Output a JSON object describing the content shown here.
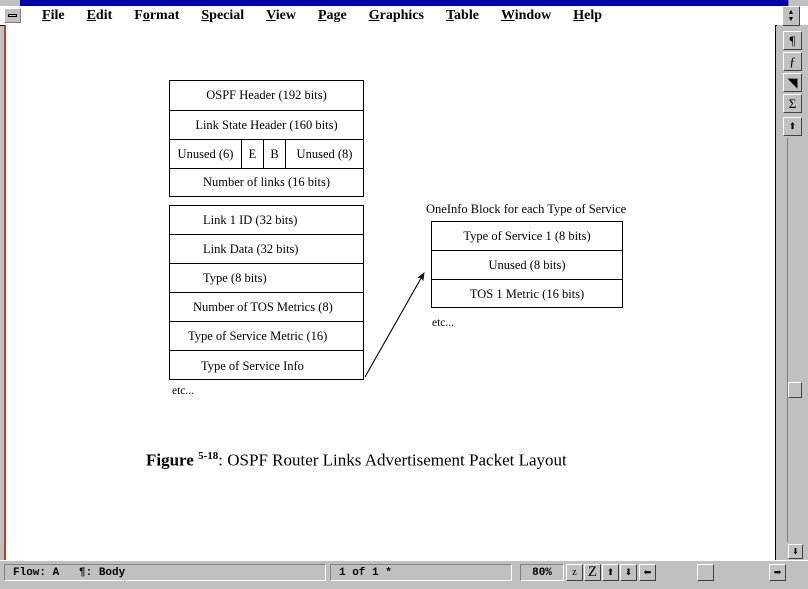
{
  "window": {
    "system_menu_icon": "minimize-box-icon"
  },
  "menubar": {
    "items": [
      {
        "label": "File",
        "accel": "F",
        "pre": "",
        "post": "ile"
      },
      {
        "label": "Edit",
        "accel": "E",
        "pre": "",
        "post": "dit"
      },
      {
        "label": "Format",
        "accel": "o",
        "pre": "F",
        "post": "rmat"
      },
      {
        "label": "Special",
        "accel": "S",
        "pre": "",
        "post": "pecial"
      },
      {
        "label": "View",
        "accel": "V",
        "pre": "",
        "post": "iew"
      },
      {
        "label": "Page",
        "accel": "P",
        "pre": "",
        "post": "age"
      },
      {
        "label": "Graphics",
        "accel": "G",
        "pre": "",
        "post": "raphics"
      },
      {
        "label": "Table",
        "accel": "T",
        "pre": "",
        "post": "able"
      },
      {
        "label": "Window",
        "accel": "W",
        "pre": "",
        "post": "indow"
      },
      {
        "label": "Help",
        "accel": "H",
        "pre": "",
        "post": "elp"
      }
    ]
  },
  "toolstrip": {
    "buttons": [
      {
        "name": "paragraph-tool",
        "glyph": "¶"
      },
      {
        "name": "character-tool",
        "glyph": "ƒ"
      },
      {
        "name": "graphics-tool",
        "glyph": "◥"
      },
      {
        "name": "equation-tool",
        "glyph": "Σ"
      },
      {
        "name": "scroll-up-tool",
        "glyph": "⬆"
      }
    ],
    "spinner_up": "▲",
    "spinner_down": "▼",
    "scroll_down": "⬇"
  },
  "document": {
    "packet_table_1": {
      "rows": [
        {
          "type": "single",
          "text": "OSPF Header (192 bits)"
        },
        {
          "type": "single",
          "text": "Link State Header (160 bits)"
        },
        {
          "type": "split",
          "cells": [
            "Unused (6)",
            "E",
            "B",
            "Unused (8)"
          ]
        },
        {
          "type": "single",
          "text": "Number of links (16 bits)"
        }
      ]
    },
    "packet_table_2": {
      "rows": [
        "Link 1 ID (32 bits)",
        "Link Data (32 bits)",
        "Type (8 bits)",
        "Number of TOS Metrics (8)",
        "Type of Service Metric (16)",
        "Type of Service Info"
      ],
      "etc": "etc..."
    },
    "tos_block": {
      "label": "OneInfo Block for each Type of Service",
      "rows": [
        "Type of Service 1 (8 bits)",
        "Unused (8 bits)",
        "TOS 1 Metric (16 bits)"
      ],
      "etc": "etc..."
    },
    "caption": {
      "word": "Figure",
      "number": "5-18",
      "text": ": OSPF Router Links Advertisement Packet Layout"
    }
  },
  "statusbar": {
    "flow_text": "Flow: A   ¶: Body",
    "page_text": "1 of 1 *",
    "zoom_value": "80%",
    "zoom_out_label": "z",
    "zoom_in_label": "Z",
    "prev_page_glyph": "⬆",
    "next_page_glyph": "⬇",
    "scroll_left_glyph": "⬅",
    "scroll_right_glyph": "➡"
  }
}
